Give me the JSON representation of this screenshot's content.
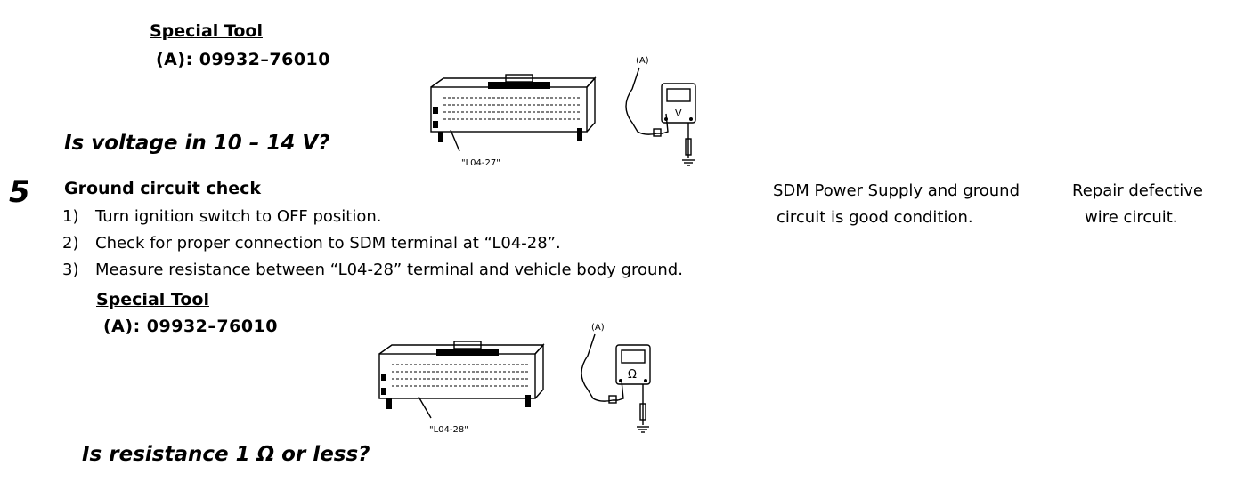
{
  "prev_step": {
    "special_tool_heading": "Special Tool",
    "tool_code": "(A): 09932–76010",
    "figure": {
      "probe_label": "(A)",
      "terminal_label": "\"L04-27\"",
      "meter_symbol": "V"
    },
    "question": "Is voltage in 10 – 14 V?"
  },
  "step5": {
    "number": "5",
    "title": "Ground circuit check",
    "instructions": [
      {
        "num": "1)",
        "text": "Turn ignition switch to OFF position."
      },
      {
        "num": "2)",
        "text": "Check for proper connection to SDM terminal at “L04-28”."
      },
      {
        "num": "3)",
        "text": "Measure resistance between “L04-28” terminal and vehicle body ground."
      }
    ],
    "special_tool_heading": "Special Tool",
    "tool_code": "(A): 09932–76010",
    "figure": {
      "probe_label": "(A)",
      "terminal_label": "\"L04-28\"",
      "meter_symbol": "Ω"
    },
    "question": "Is resistance 1 Ω or less?",
    "yes_result": {
      "line1": "SDM Power Supply and ground",
      "line2": "circuit is good condition."
    },
    "no_result": {
      "line1": "Repair defective",
      "line2": "wire circuit."
    }
  }
}
